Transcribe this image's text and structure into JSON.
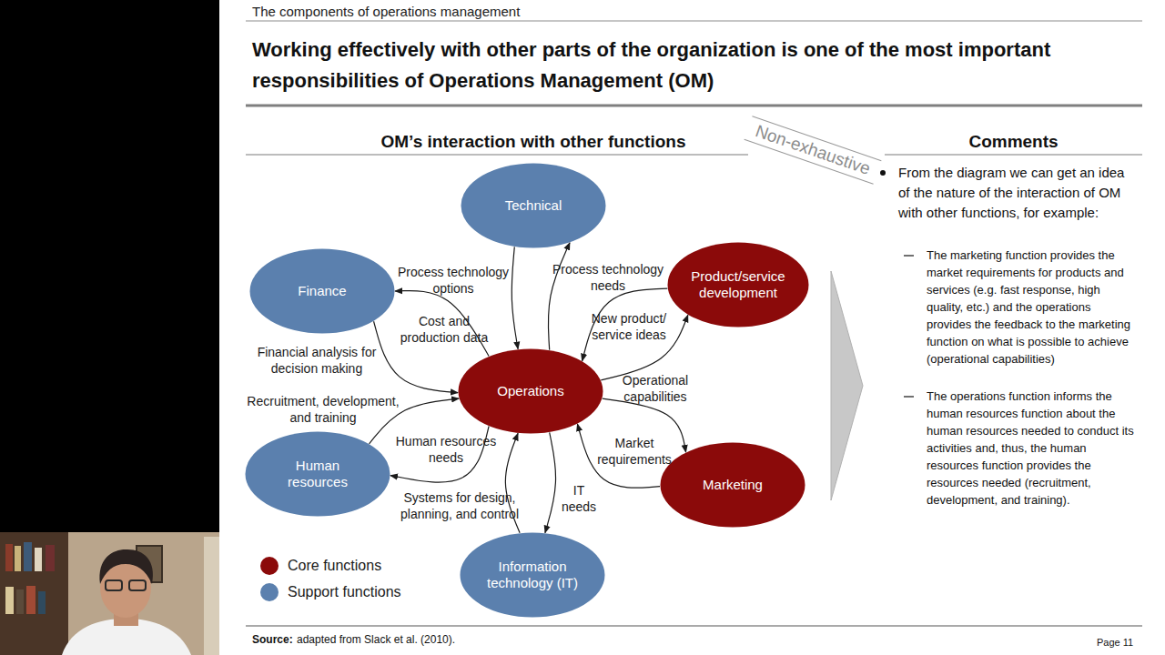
{
  "diagram": {
    "title": "Working effectively with other parts of the organization is one of the most important responsibilities of Operations Management (OM)",
    "nodes": [
      {
        "text": [
          "Technical"
        ]
      },
      {
        "text": [
          "Finance"
        ]
      },
      {
        "text": [
          "Product/service development"
        ]
      },
      {
        "text": [
          "Operations"
        ]
      },
      {
        "text": [
          "Human resources"
        ]
      },
      {
        "text": [
          "Marketing"
        ]
      },
      {
        "text": [
          "Information technology (IT)"
        ]
      }
    ],
    "edges": [
      {
        "from": 0,
        "to": 3,
        "label": "Process technology options",
        "arrow": "to"
      },
      {
        "from": 3,
        "to": 0,
        "label": "Process technology needs",
        "arrow": "to"
      },
      {
        "from": 3,
        "to": 1,
        "label": "Cost and production data",
        "arrow": "to"
      },
      {
        "from": 1,
        "to": 3,
        "label": "Financial analysis for decision making",
        "arrow": "to"
      },
      {
        "from": 4,
        "to": 3,
        "label": "Recruitment, development, and training",
        "arrow": "to"
      },
      {
        "from": 3,
        "to": 4,
        "label": "Human resources needs",
        "arrow": "to"
      },
      {
        "from": 6,
        "to": 3,
        "label": "Systems for design, planning, and control",
        "arrow": "to"
      },
      {
        "from": 3,
        "to": 6,
        "label": "IT needs",
        "arrow": "to"
      },
      {
        "from": 2,
        "to": 3,
        "label": "New product/ service ideas",
        "arrow": "to"
      },
      {
        "from": 3,
        "to": 2,
        "arrow": "to"
      },
      {
        "from": 3,
        "to": 5,
        "label": "Operational capabilities",
        "arrow": "to"
      },
      {
        "from": 5,
        "to": 3,
        "label": "Market requirements",
        "arrow": "to"
      }
    ],
    "labels": [
      "The components of operations management",
      "OM’s interaction with other functions",
      "Non-exhaustive",
      "Comments",
      "From the diagram we can get an idea of the nature of the interaction of OM with other functions, for example:",
      "The marketing function provides the market requirements for products and services (e.g. fast response, high quality, etc.) and the operations provides the feedback to the marketing function on what is possible to achieve (operational capabilities)",
      "The operations function informs the human resources function about the human resources needed to conduct its activities and, thus, the human resources function provides the resources needed (recruitment, development, and training).",
      "Source:",
      "adapted from Slack et al. (2010).",
      "Page 11"
    ],
    "legend": [
      {
        "text": "Core functions",
        "color": "#8B0A0A"
      },
      {
        "text": "Support functions",
        "color": "#5B80AE"
      }
    ]
  }
}
